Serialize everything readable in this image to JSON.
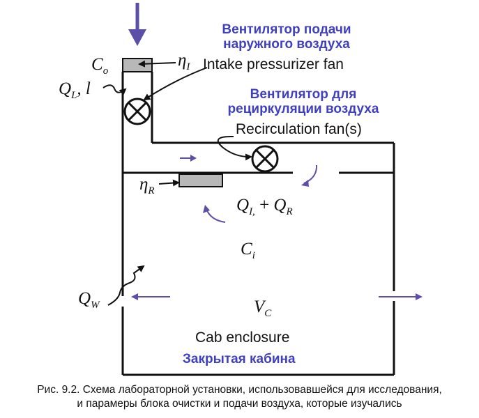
{
  "labels": {
    "intake_fan_ru_line1": "Вентилятор подачи",
    "intake_fan_ru_line2": "наружного воздуха",
    "intake_fan_en": "Intake pressurizer fan",
    "recirc_fan_ru_line1": "Вентилятор для",
    "recirc_fan_ru_line2": "рециркуляции воздуха",
    "recirc_fan_en": "Recirculation fan(s)",
    "cab_enclosure_en": "Cab enclosure",
    "cab_enclosure_ru": "Закрытая кабина"
  },
  "symbols": {
    "c_o": {
      "base": "C",
      "sub": "o"
    },
    "eta_i": {
      "base": "η",
      "sub": "I"
    },
    "q_l": {
      "base": "Q",
      "sub": "L",
      "suffix": ", l"
    },
    "eta_r": {
      "base": "η",
      "sub": "R"
    },
    "q_sum": {
      "base1": "Q",
      "sub1": "I,",
      "plus": "+",
      "base2": "Q",
      "sub2": "R"
    },
    "c_i": {
      "base": "C",
      "sub": "i"
    },
    "q_w": {
      "base": "Q",
      "sub": "W"
    },
    "v_c": {
      "base": "V",
      "sub": "C"
    }
  },
  "caption": {
    "line1": "Рис. 9.2. Схема лабораторной установки, использовавшейся для исследования,",
    "line2": "и парамеры блока очистки и подачи воздуха, которые изучались"
  },
  "colors": {
    "accent": "#5b4fa8",
    "russian_text": "#3f3fbf",
    "lines": "#111111",
    "filter_fill": "#b8b8b8"
  }
}
